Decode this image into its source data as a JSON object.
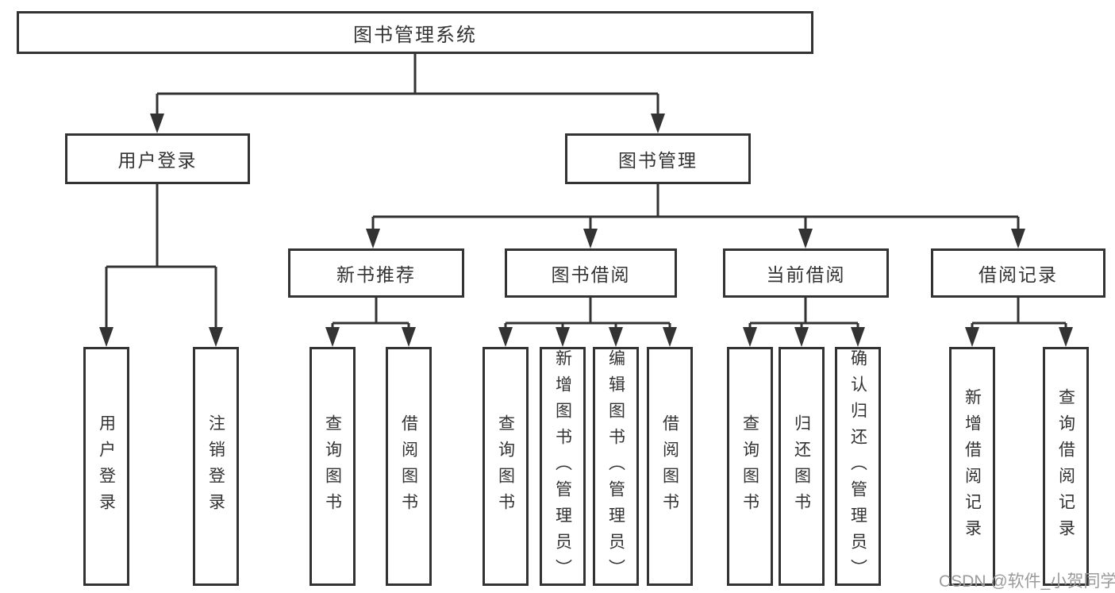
{
  "diagram": {
    "root": {
      "label": "图书管理系统"
    },
    "level2": [
      {
        "label": "用户登录"
      },
      {
        "label": "图书管理"
      }
    ],
    "level3": [
      {
        "label": "新书推荐",
        "parent": "图书管理"
      },
      {
        "label": "图书借阅",
        "parent": "图书管理"
      },
      {
        "label": "当前借阅",
        "parent": "图书管理"
      },
      {
        "label": "借阅记录",
        "parent": "图书管理"
      }
    ],
    "level4": [
      {
        "label": "用户登录",
        "parent": "用户登录"
      },
      {
        "label": "注销登录",
        "parent": "用户登录"
      },
      {
        "label": "查询图书",
        "parent": "新书推荐"
      },
      {
        "label": "借阅图书",
        "parent": "新书推荐"
      },
      {
        "label": "查询图书",
        "parent": "图书借阅"
      },
      {
        "label": "新增图书（管理员）",
        "parent": "图书借阅"
      },
      {
        "label": "编辑图书（管理员）",
        "parent": "图书借阅"
      },
      {
        "label": "借阅图书",
        "parent": "图书借阅"
      },
      {
        "label": "查询图书",
        "parent": "当前借阅"
      },
      {
        "label": "归还图书",
        "parent": "当前借阅"
      },
      {
        "label": "确认归还（管理员）",
        "parent": "当前借阅"
      },
      {
        "label": "新增借阅记录",
        "parent": "借阅记录"
      },
      {
        "label": "查询借阅记录",
        "parent": "借阅记录"
      }
    ]
  },
  "watermark": {
    "text": "CSDN @软件_小贺同学"
  },
  "colors": {
    "line": "#333333",
    "box_border": "#333333",
    "text": "#333333",
    "watermark": "#9b9b9b",
    "background": "#ffffff"
  }
}
